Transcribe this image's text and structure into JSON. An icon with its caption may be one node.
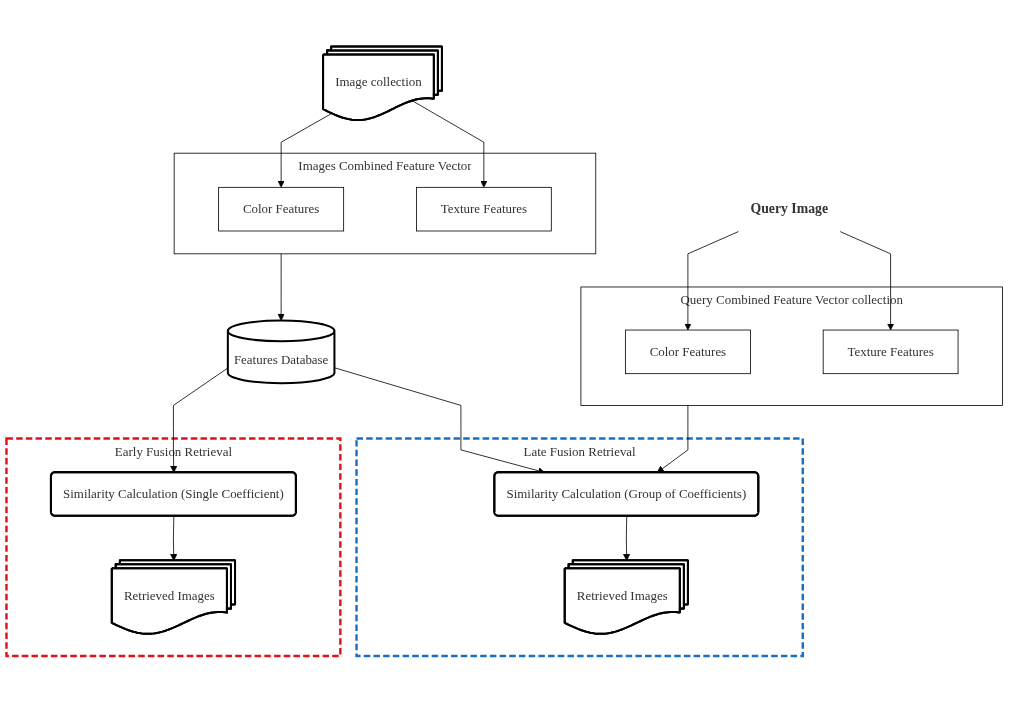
{
  "diagram": {
    "nodes": [
      {
        "text": [
          "Image collection"
        ]
      },
      {
        "text": [
          "Images Combined Feature Vector"
        ]
      },
      {
        "text": [
          "Color Features"
        ],
        "in": 1
      },
      {
        "text": [
          "Texture Features"
        ],
        "in": 1
      },
      {
        "text": [
          "Query Combined Feature Vector collection"
        ]
      },
      {
        "text": [
          "Color Features"
        ],
        "in": 4
      },
      {
        "text": [
          "Texture Features"
        ],
        "in": 4
      },
      {
        "text": [
          "Query Image"
        ]
      },
      {
        "text": [
          "Features Database"
        ]
      },
      {
        "text": [
          "Early Fusion Retrieval"
        ]
      },
      {
        "text": [
          "Similarity Calculation (Single Coefficient)"
        ],
        "in": 9
      },
      {
        "text": [
          "Retrieved Images"
        ],
        "in": 9
      },
      {
        "text": [
          "Late Fusion Retrieval"
        ]
      },
      {
        "text": [
          "Similarity Calculation (Group of Coefficients)"
        ],
        "in": 12
      },
      {
        "text": [
          "Retrieved Images"
        ],
        "in": 12
      }
    ],
    "edges": [
      {
        "from": 0,
        "to": 2,
        "arrow": "to"
      },
      {
        "from": 0,
        "to": 3,
        "arrow": "to"
      },
      {
        "from": 1,
        "to": 8,
        "arrow": "to"
      },
      {
        "from": 7,
        "to": 5,
        "arrow": "to"
      },
      {
        "from": 7,
        "to": 6,
        "arrow": "to"
      },
      {
        "from": 8,
        "to": 10,
        "arrow": "to"
      },
      {
        "from": 10,
        "to": 11,
        "arrow": "to"
      },
      {
        "from": 8,
        "to": 13,
        "arrow": "to"
      },
      {
        "from": 4,
        "to": 13,
        "arrow": "to"
      },
      {
        "from": 13,
        "to": 14,
        "arrow": "to"
      }
    ]
  }
}
